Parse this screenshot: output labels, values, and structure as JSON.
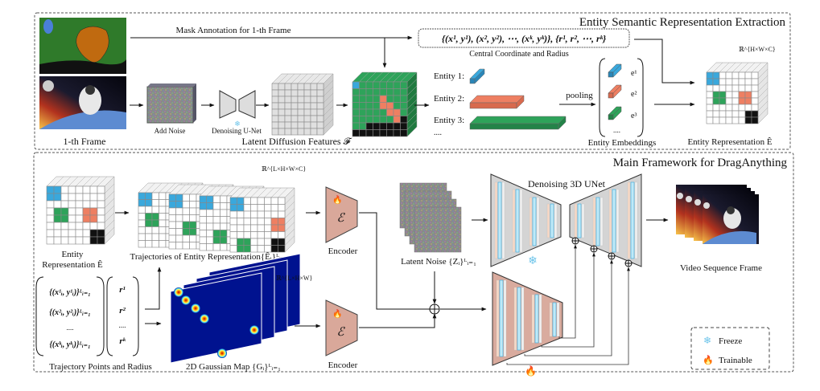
{
  "panels": {
    "top": {
      "title": "Entity Semantic Representation Extraction"
    },
    "bottom": {
      "title": "Main Framework for DragAnything"
    }
  },
  "top": {
    "mask_arrow_label": "Mask Annotation for 1-th Frame",
    "first_frame_label": "1-th Frame",
    "add_noise_label": "Add Noise",
    "unet_label": "Denoising U-Net",
    "latent_features_label": "Latent Diffusion Features 𝓕",
    "coord_formula": "{(x¹, y¹), (x², y²), ⋯, (xᵏ, yᵏ)}, {r¹, r², ⋯, rᵏ}",
    "coord_label": "Central Coordinate and Radius",
    "entities": [
      {
        "label": "Entity 1:",
        "color": "#3aa8dc"
      },
      {
        "label": "Entity 2:",
        "color": "#ee7f62"
      },
      {
        "label": "Entity 3:",
        "color": "#2ea35a"
      }
    ],
    "entities_ellipsis": "....",
    "pooling_label": "pooling",
    "embeddings": [
      "e¹",
      "e²",
      "e³"
    ],
    "embeddings_ellipsis": "....",
    "embeddings_label": "Entity Embeddings",
    "entity_rep_dims": "ℝ^{H×W×C}",
    "entity_rep_label": "Entity Representation Ê"
  },
  "bottom": {
    "entity_rep_label_line1": "Entity",
    "entity_rep_label_line2": "Representation Ê",
    "traj_dims": "ℝ^{L×H×W×C}",
    "traj_label": "Trajectories of Entity Representation{Êᵢ}ᴸᵢ₌₁",
    "encoder_symbol": "ℰ",
    "encoder_label": "Encoder",
    "traj_points": [
      "{(x¹ᵢ, y¹ᵢ)}ᴸᵢ₌₁",
      "{(x²ᵢ, y²ᵢ)}ᴸᵢ₌₁",
      "....",
      "{(xᵏᵢ, yᵏᵢ)}ᴸᵢ₌₁"
    ],
    "radii": [
      "r¹",
      "r²",
      "....",
      "rᵏ"
    ],
    "traj_points_label": "Trajectory Points and Radius",
    "gauss_dims": "ℝ^{L×H×W}",
    "gauss_label": "2D Gaussian Map {Gᵢ}ᴸᵢ₌₁",
    "latent_noise_label": "Latent Noise {Zᵢ}ᴸᵢ₌₁",
    "unet3d_label": "Denoising 3D UNet",
    "video_label": "Video Sequence Frame",
    "legend": [
      {
        "icon": "snowflake-icon",
        "glyph": "❄",
        "label": "Freeze"
      },
      {
        "icon": "flame-icon",
        "glyph": "🔥",
        "label": "Trainable"
      }
    ]
  },
  "colors": {
    "blue_entity": "#3aa8dc",
    "orange_entity": "#ee7f62",
    "green_entity": "#2ea35a",
    "encoder_fill": "#d9a89a",
    "gauss_bg": "#00128f",
    "unet_gray": "#d4d4d4"
  }
}
